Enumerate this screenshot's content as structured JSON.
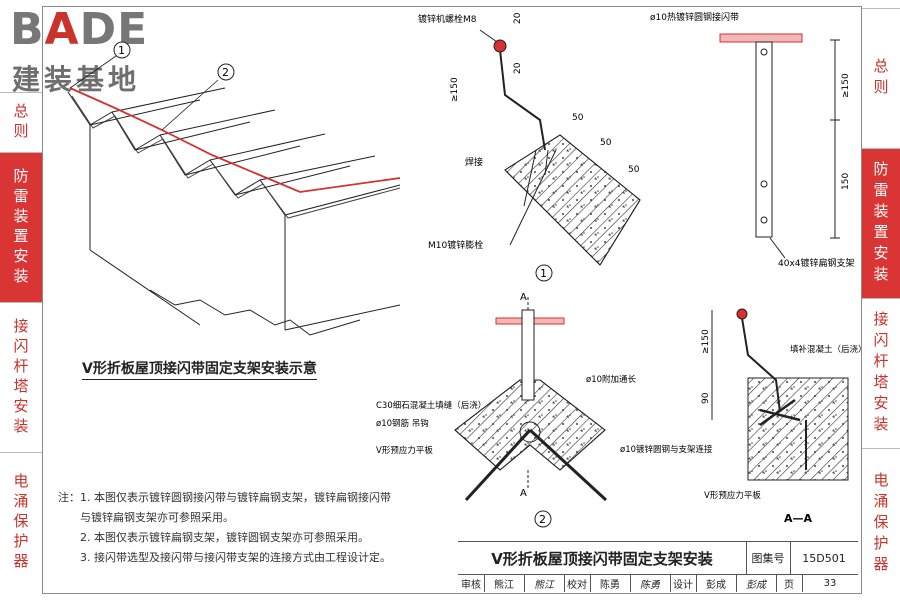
{
  "logo": {
    "word_left": "B",
    "word_accent": "A",
    "word_right": "DE",
    "subtitle": "建装基地"
  },
  "left_tabs": [
    {
      "label": "总则",
      "active": false
    },
    {
      "label": "防雷装置安装",
      "active": true
    },
    {
      "label": "接闪杆塔安装",
      "active": false
    },
    {
      "label": "电涌保护器",
      "active": false
    }
  ],
  "right_tabs": [
    {
      "label": "总则",
      "active": false
    },
    {
      "label": "防雷装置安装",
      "active": true
    },
    {
      "label": "接闪杆塔安装",
      "active": false
    },
    {
      "label": "电涌保护器",
      "active": false
    }
  ],
  "drawing": {
    "overview_caption": "V形折板屋顶接闪带固定支架安装示意",
    "marker_1": "1",
    "marker_2": "2",
    "detail1": {
      "bolt_label": "镀锌机螺栓M8",
      "weld_label": "焊接",
      "anchor_label": "M10镀锌膨栓",
      "dim_20a": "20",
      "dim_20b": "20",
      "dim_150": "≥150",
      "dim_50a": "50",
      "dim_50b": "50",
      "dim_50c": "50"
    },
    "bracket": {
      "top_label": "ø10热镀锌圆钢接闪带",
      "bottom_label": "40x4镀锌扁钢支架",
      "dim_150a": "≥150",
      "dim_150b": "150"
    },
    "detail2": {
      "section_a": "A",
      "section_a2": "A",
      "c30_label": "C30细石混凝土填缝（后浇）",
      "hook_label": "ø10钢筋 吊钩",
      "slab_label": "V形预应力平板",
      "long_bar_label": "ø10附加通长"
    },
    "section_aa": {
      "title": "A—A",
      "fill_label": "填补混凝土（后浇）",
      "round_steel_label": "ø10镀锌圆钢与支架连接",
      "slab_label": "V形预应力平板",
      "dim_150": "≥150",
      "dim_90": "90"
    }
  },
  "notes": {
    "prefix": "注：",
    "items": [
      "1. 本图仅表示镀锌圆钢接闪带与镀锌扁钢支架，镀锌扁钢接闪带",
      "   与镀锌扁钢支架亦可参照采用。",
      "2. 本图仅表示镀锌扁钢支架，镀锌圆钢支架亦可参照采用。",
      "3. 接闪带选型及接闪带与接闪带支架的连接方式由工程设计定。"
    ]
  },
  "title_block": {
    "title": "V形折板屋顶接闪带固定支架安装",
    "atlas_label": "图集号",
    "atlas_value": "15D501",
    "review_label": "审核",
    "review_name": "熊江",
    "review_sign": "熊江",
    "check_label": "校对",
    "check_name": "陈勇",
    "check_sign": "陈勇",
    "design_label": "设计",
    "design_name": "彭成",
    "design_sign": "彭成",
    "page_label": "页",
    "page_value": "33"
  },
  "colors": {
    "accent": "#d93535",
    "tab_text": "#c9332c",
    "line": "#222222",
    "red_line": "#d63030"
  }
}
